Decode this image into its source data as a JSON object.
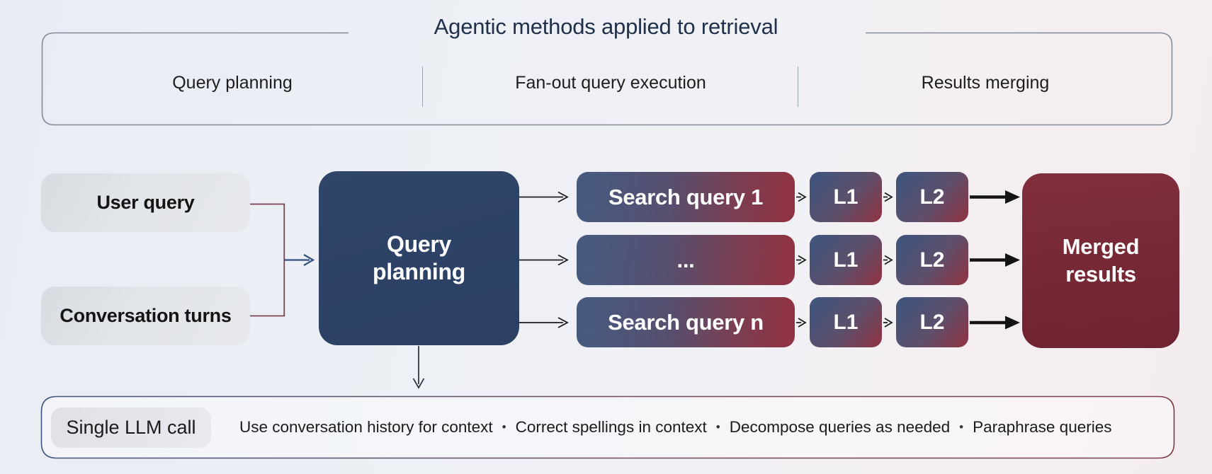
{
  "header": {
    "title": "Agentic methods applied to retrieval",
    "columns": [
      "Query planning",
      "Fan-out query execution",
      "Results merging"
    ]
  },
  "flow": {
    "inputs": [
      {
        "label": "User query"
      },
      {
        "label": "Conversation turns"
      }
    ],
    "planner": {
      "label": "Query planning"
    },
    "rows": [
      {
        "query": "Search query 1",
        "l1": "L1",
        "l2": "L2"
      },
      {
        "query": "...",
        "l1": "L1",
        "l2": "L2"
      },
      {
        "query": "Search query n",
        "l1": "L1",
        "l2": "L2"
      }
    ],
    "merged": {
      "label": "Merged results"
    }
  },
  "footer": {
    "badge": "Single LLM call",
    "separator": "•",
    "notes": [
      "Use conversation history for context",
      "Correct spellings in context",
      "Decompose queries as needed",
      "Paraphrase queries"
    ]
  },
  "colors": {
    "background_left": "#e8ecf4",
    "background_right": "#f4edef",
    "panel_border": "#828c9a",
    "navy_box": "#2e4468",
    "maroon_box": "#762834",
    "gradient_blue": "#475a7e",
    "gradient_red": "#8e3342",
    "input_box_gray": "#e0e3e7",
    "badge_gray": "#e4e6eb",
    "arrow_black": "#1c1c1c",
    "connector_maroon": "#7b4352",
    "connector_navy": "#31507d",
    "footer_border_left": "#3f5480",
    "footer_border_right": "#7e3a46",
    "title_text": "#20304a",
    "body_text": "#1b1b1b"
  }
}
